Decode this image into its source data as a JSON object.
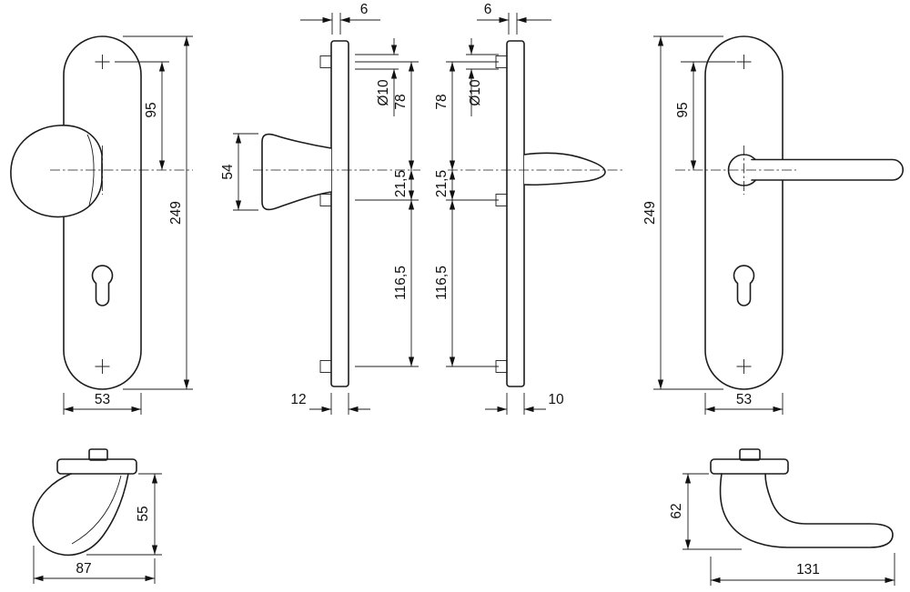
{
  "drawing": {
    "views": {
      "knob_front": {
        "screw_to_center": "95",
        "plate_length": "249",
        "plate_width": "53"
      },
      "knob_side": {
        "top_thickness": "6",
        "knob_height": "54",
        "hole_dia": "Ø10",
        "top_to_center": "78",
        "center_to_mid": "21,5",
        "mid_to_bottom": "116,5",
        "depth": "12"
      },
      "lever_side": {
        "top_thickness": "6",
        "hole_dia": "Ø10",
        "top_to_center": "78",
        "center_to_mid": "21,5",
        "mid_to_bottom": "116,5",
        "depth": "10"
      },
      "lever_front": {
        "screw_to_center": "95",
        "plate_length": "249",
        "plate_width": "53"
      },
      "knob_profile": {
        "height": "55",
        "projection": "87"
      },
      "lever_profile": {
        "height": "62",
        "length": "131"
      }
    }
  }
}
